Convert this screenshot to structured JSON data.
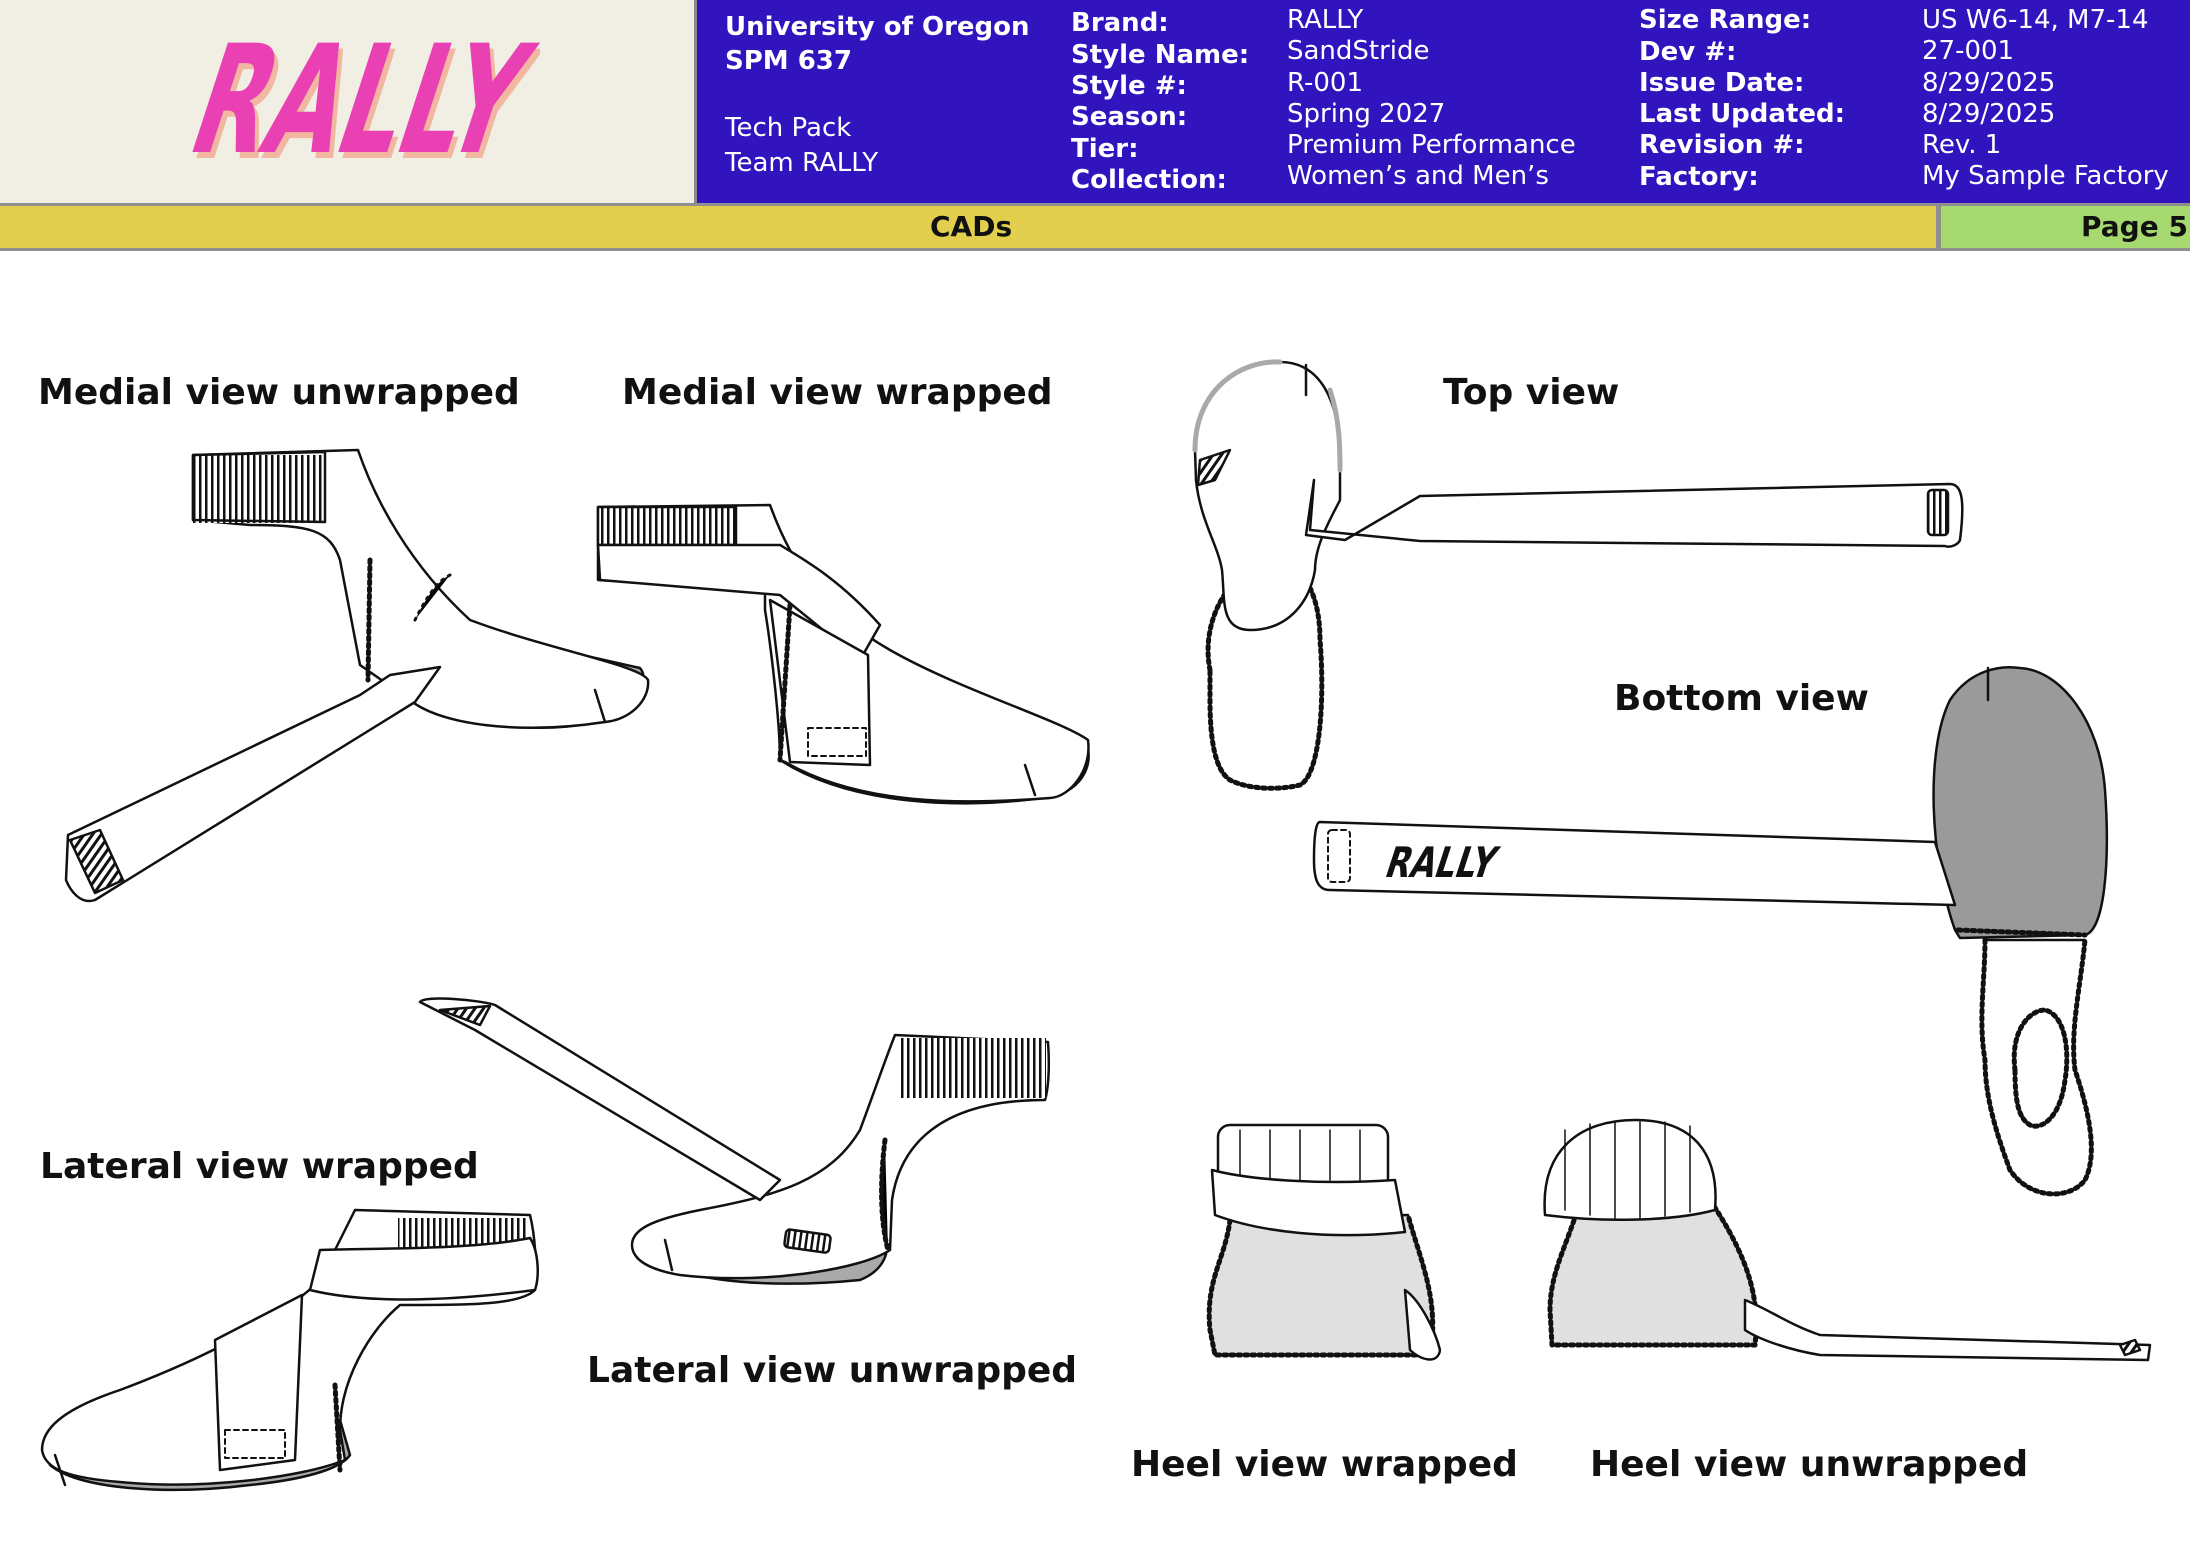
{
  "logo": {
    "text": "RALLY",
    "color": "#e940b4"
  },
  "header": {
    "school": "University of Oregon",
    "course": "SPM 637",
    "doc_type": "Tech Pack",
    "team": "Team RALLY",
    "brand_label": "Brand:",
    "brand": "RALLY",
    "style_name_label": "Style Name:",
    "style_name": "SandStride",
    "style_no_label": "Style #:",
    "style_no": "R-001",
    "season_label": "Season:",
    "season": "Spring 2027",
    "tier_label": "Tier:",
    "tier": "Premium Performance",
    "collection_label": "Collection:",
    "collection": "Women’s and Men’s",
    "size_range_label": "Size Range:",
    "size_range": "US W6-14, M7-14",
    "dev_label": "Dev #:",
    "dev": "27-001",
    "issue_date_label": "Issue Date:",
    "issue_date": "8/29/2025",
    "last_updated_label": "Last Updated:",
    "last_updated": "8/29/2025",
    "revision_label": "Revision #:",
    "revision": "Rev. 1",
    "factory_label": "Factory:",
    "factory": "My Sample Factory"
  },
  "section_title": "CADs",
  "page_label": "Page 5",
  "views": {
    "medial_unwrapped": "Medial view unwrapped",
    "medial_wrapped": "Medial view wrapped",
    "top": "Top view",
    "bottom": "Bottom view",
    "lateral_wrapped": "Lateral view wrapped",
    "lateral_unwrapped": "Lateral view unwrapped",
    "heel_wrapped": "Heel view wrapped",
    "heel_unwrapped": "Heel view unwrapped"
  },
  "colors": {
    "header_blue": "#3214bf",
    "cad_bar": "#e2cf4d",
    "page_bar": "#a6da71",
    "sole_gray": "#a9a9a9"
  }
}
